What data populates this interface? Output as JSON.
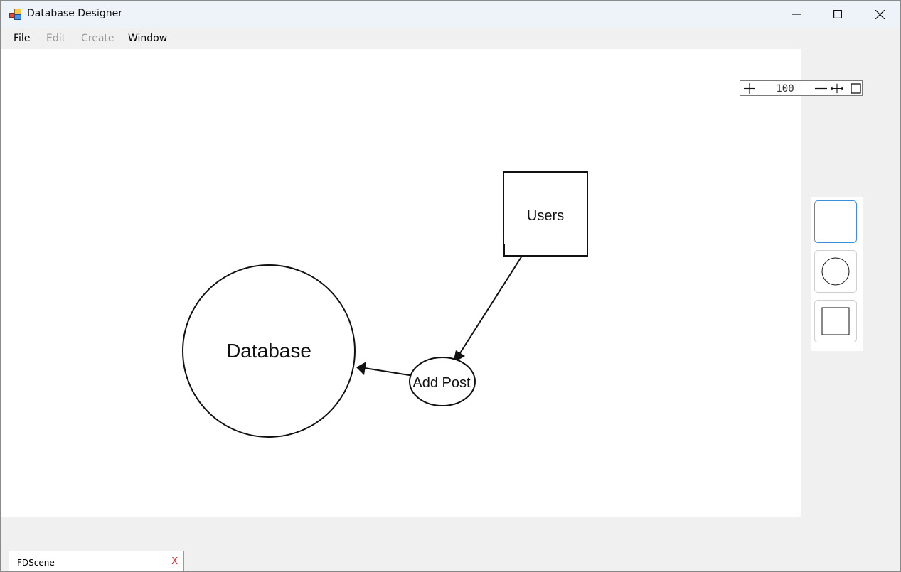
{
  "window": {
    "title": "Database Designer",
    "controls": [
      "minimize",
      "maximize",
      "close"
    ]
  },
  "menu": {
    "items": [
      {
        "label": "File",
        "enabled": true
      },
      {
        "label": "Edit",
        "enabled": false
      },
      {
        "label": "Create",
        "enabled": false
      },
      {
        "label": "Window",
        "enabled": true
      }
    ]
  },
  "zoom": {
    "value": "100",
    "controls": [
      "zoom-in-icon",
      "zoom-out-icon",
      "fit-width-icon",
      "fit-page-icon"
    ]
  },
  "toolbox": {
    "tools": [
      {
        "name": "select-tool",
        "icon": "blank-icon",
        "selected": true
      },
      {
        "name": "circle-tool",
        "icon": "circle-icon",
        "selected": false
      },
      {
        "name": "rectangle-tool",
        "icon": "square-icon",
        "selected": false
      }
    ],
    "accent_color": "#3b8ee0"
  },
  "diagram": {
    "nodes": [
      {
        "id": "database",
        "shape": "circle",
        "label": "Database"
      },
      {
        "id": "users",
        "shape": "rectangle",
        "label": "Users"
      },
      {
        "id": "add_post",
        "shape": "ellipse",
        "label": "Add Post"
      }
    ],
    "edges": [
      {
        "from": "users",
        "to": "add_post"
      },
      {
        "from": "add_post",
        "to": "database"
      }
    ]
  },
  "tabs": [
    {
      "label": "FDScene",
      "close_label": "X",
      "close_color": "#e02020"
    }
  ]
}
